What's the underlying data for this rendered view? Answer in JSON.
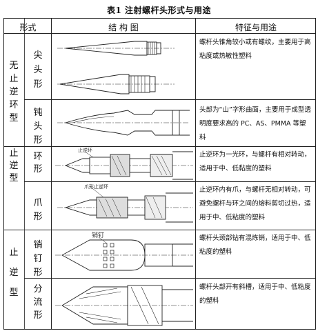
{
  "table": {
    "title": "表1 注射螺杆头形式与用途",
    "headers": {
      "form": "形式",
      "structure": "结 构 图",
      "usage": "特征与用途"
    },
    "groups": [
      {
        "label": "无止逆环型"
      },
      {
        "label": "止逆型"
      },
      {
        "label": "止逆型"
      }
    ],
    "rows": [
      {
        "type": "尖头形",
        "usage": "螺杆头锥角较小或有螺纹，主要用于高粘度或热敏性塑料"
      },
      {
        "type": "钝头形",
        "usage": "头部为“山”字形曲面，主要用于成型透明度要求高的 PC、AS、PMMA 等塑料"
      },
      {
        "type": "环形",
        "usage": "止逆环为一光环，与螺杆有相对转动，适用于中、低黏度的塑料",
        "annotation": "止逆环"
      },
      {
        "type": "爪形",
        "usage": "止逆环内有爪，与螺杆无相对转动，可避免螺杆与环之间的熔料剪切过热，适用于中、低粘度的塑料",
        "annotation": "爪形止逆环"
      },
      {
        "type": "销钉形",
        "usage": "螺杆头颈部钻有混炼销，适用于中、低粘度的塑料",
        "annotation": "销钉"
      },
      {
        "type": "分流形",
        "usage": "螺杆头部开有斜槽，适用于中、低粘度的塑料"
      }
    ]
  }
}
